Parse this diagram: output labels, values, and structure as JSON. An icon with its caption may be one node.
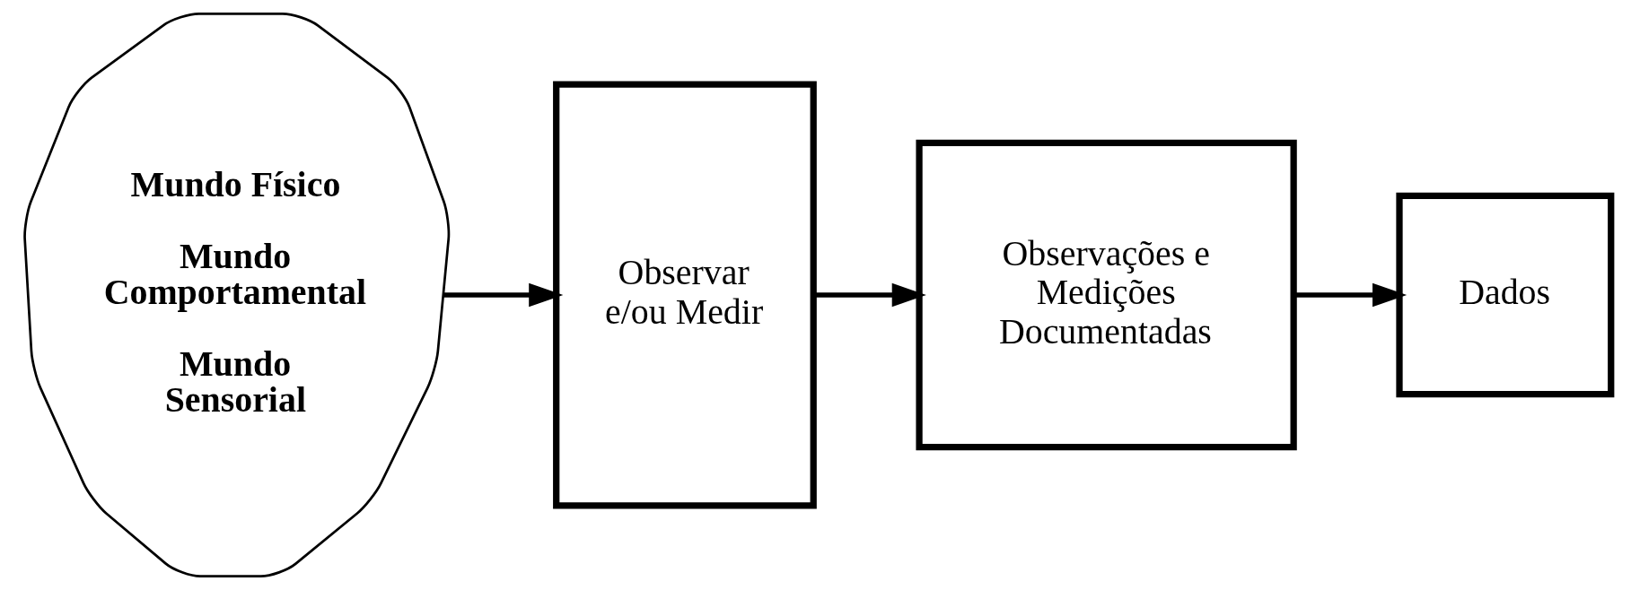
{
  "diagram": {
    "nodes": [
      {
        "text": [
          "Mundo Físico",
          "Mundo Comportamental",
          "Mundo Sensorial"
        ]
      },
      {
        "text": [
          "Observar e/ou Medir"
        ]
      },
      {
        "text": [
          "Observações e Medições Documentadas"
        ]
      },
      {
        "text": [
          "Dados"
        ]
      }
    ],
    "edges": [
      {
        "from": 0,
        "to": 1,
        "arrow": "to"
      },
      {
        "from": 1,
        "to": 2,
        "arrow": "to"
      },
      {
        "from": 2,
        "to": 3,
        "arrow": "to"
      }
    ]
  }
}
